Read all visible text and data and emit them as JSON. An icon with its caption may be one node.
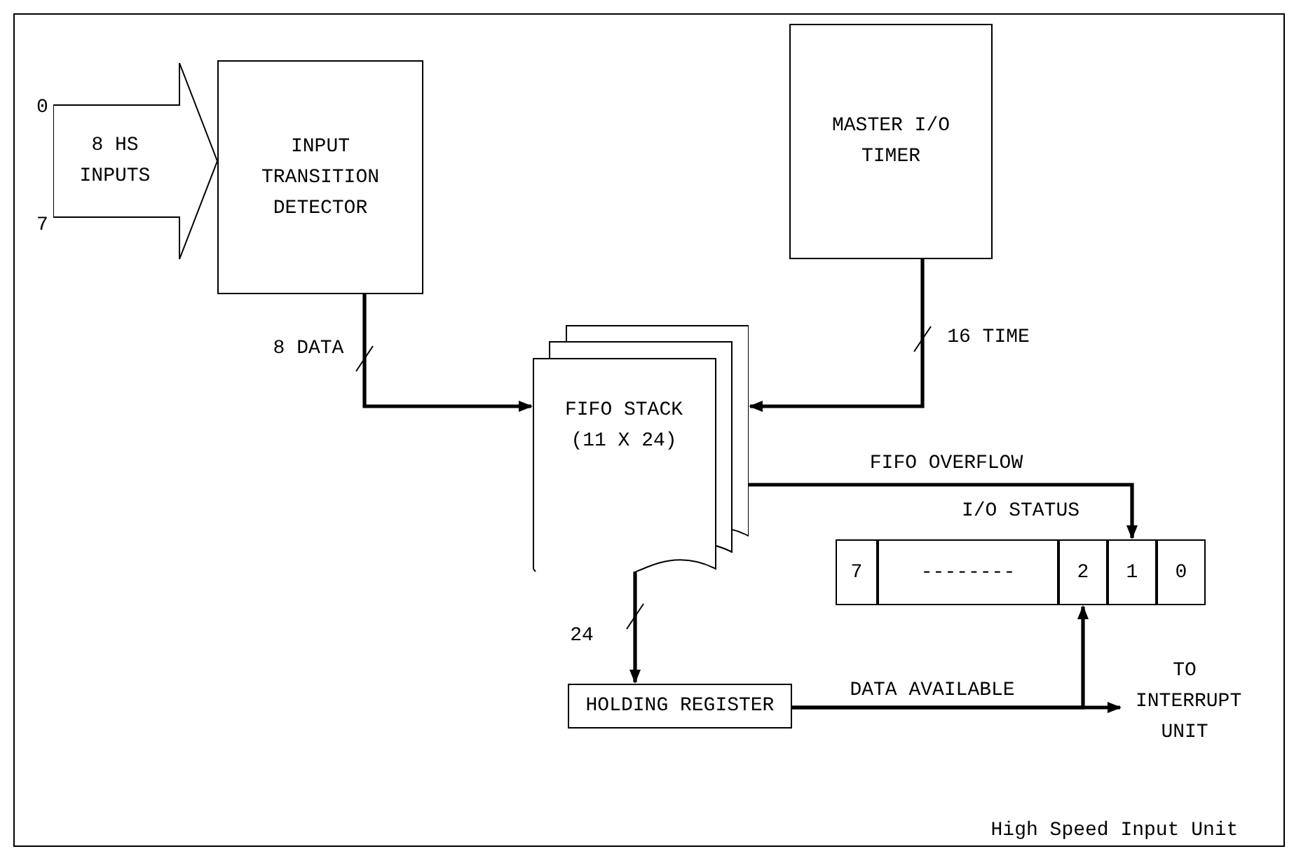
{
  "diagram": {
    "caption": "High Speed Input Unit",
    "nodes": [
      {
        "text": [
          "8 HS INPUTS"
        ],
        "beside": [
          "0",
          "7"
        ]
      },
      {
        "text": [
          "INPUT TRANSITION DETECTOR"
        ]
      },
      {
        "text": [
          "MASTER I/O TIMER"
        ]
      },
      {
        "text": [
          "FIFO STACK (11 X 24)"
        ]
      },
      {
        "text": [
          "I/O STATUS"
        ]
      },
      {
        "text": [
          "7"
        ],
        "in": 4
      },
      {
        "text": [
          "--------"
        ],
        "in": 4
      },
      {
        "text": [
          "2"
        ],
        "in": 4
      },
      {
        "text": [
          "1"
        ],
        "in": 4
      },
      {
        "text": [
          "0"
        ],
        "in": 4
      },
      {
        "text": [
          "HOLDING REGISTER"
        ]
      },
      {
        "text": [
          "TO INTERRUPT UNIT"
        ]
      }
    ],
    "edges": [
      {
        "from": 1,
        "to": 3,
        "arrow": "to",
        "label": "8 DATA"
      },
      {
        "from": 2,
        "to": 3,
        "arrow": "to",
        "label": "16 TIME"
      },
      {
        "from": 3,
        "to": 8,
        "arrow": "to",
        "label": "FIFO OVERFLOW"
      },
      {
        "from": 3,
        "to": 10,
        "arrow": "to",
        "label": "24"
      },
      {
        "from": 10,
        "to": 11,
        "arrow": "to",
        "label": "DATA AVAILABLE"
      },
      {
        "from": 10,
        "to": 7,
        "arrow": "to"
      }
    ]
  }
}
